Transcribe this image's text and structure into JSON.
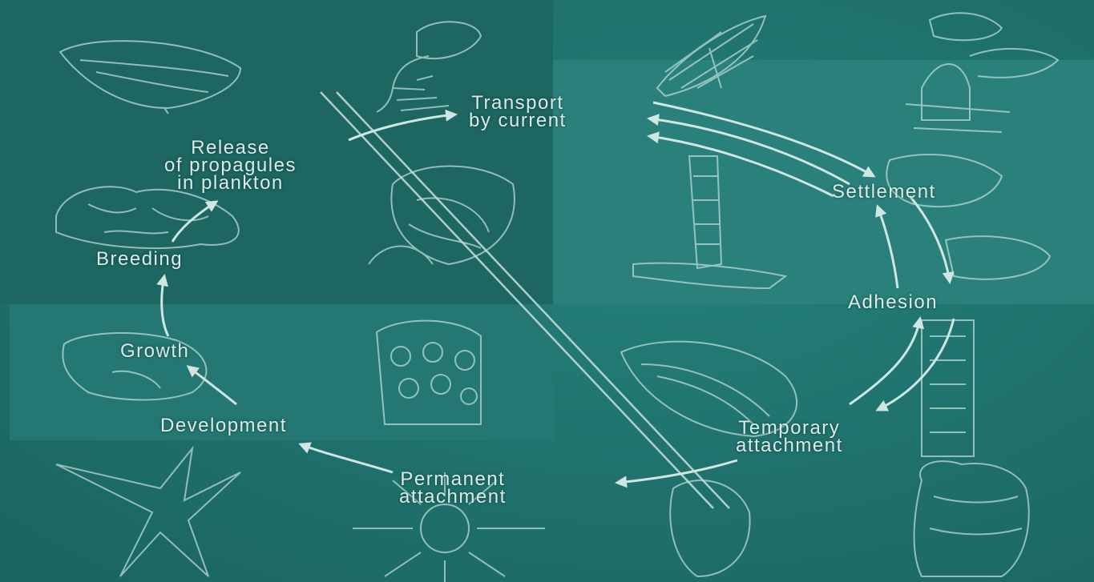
{
  "diagram": {
    "labels": {
      "transport": [
        "Transport",
        "by current"
      ],
      "release": [
        "Release",
        "of propagules",
        "in plankton"
      ],
      "breeding": "Breeding",
      "settlement": "Settlement",
      "adhesion": "Adhesion",
      "growth": "Growth",
      "development": "Development",
      "temporary": [
        "Temporary",
        "attachment"
      ],
      "permanent": [
        "Permanent",
        "attachment"
      ]
    },
    "colors": {
      "background": "#1f6f6b",
      "panel_dark": "#1d6662",
      "panel_light": "#2a807a",
      "sketch": "#b9dad5",
      "text": "#d9ece9"
    },
    "icons": [
      "jellyfish-sketch",
      "hydroid-sketch",
      "feather-hydroid-sketch",
      "sea-anemone-sketch",
      "ascidian-sketch",
      "bryozoan-colony-sketch",
      "tubeworm-sketch",
      "sponge-sketch",
      "mussel-sketch",
      "coral-sketch",
      "barnacle-sketch",
      "sea-star-sketch",
      "sea-urchin-sketch",
      "tunicate-sketch"
    ]
  }
}
